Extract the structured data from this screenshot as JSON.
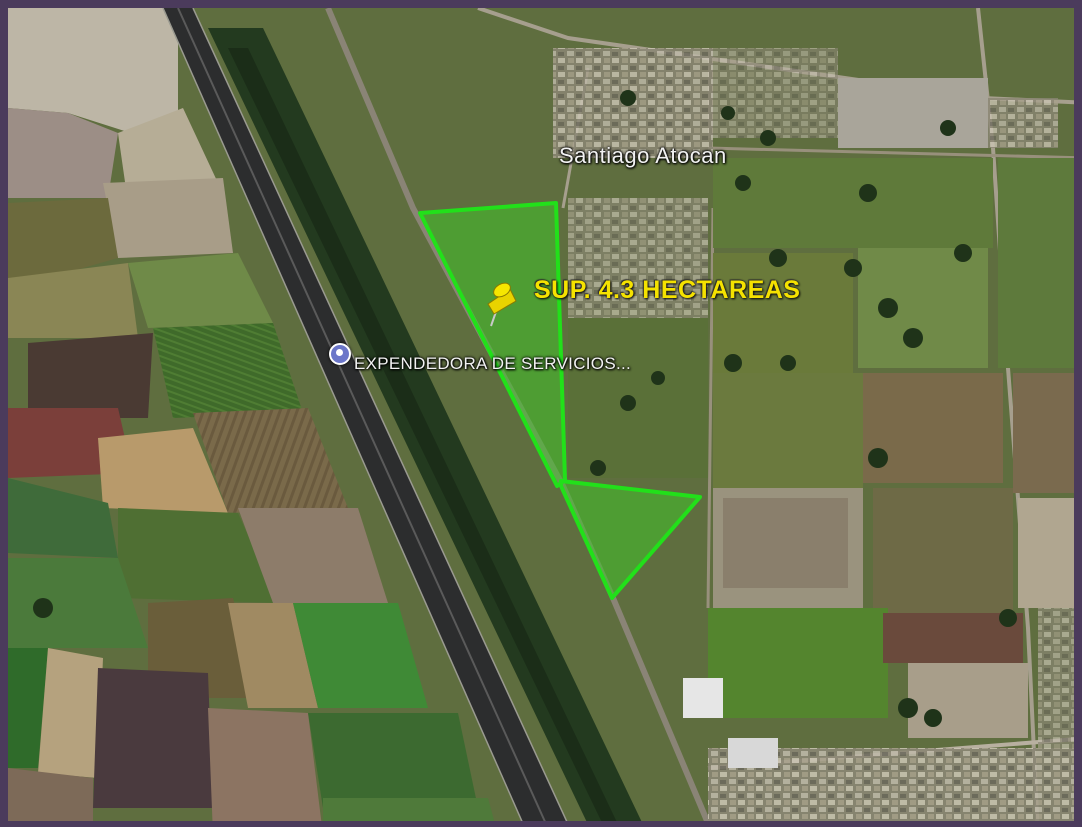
{
  "map": {
    "place_name": "Santiago Atocan",
    "parcel_label": "SUP. 4.3 HECTAREAS",
    "poi_label": "EXPENDEDORA DE SERVICIOS...",
    "parcel_area_hectares": 4.3
  },
  "icons": {
    "parcel_marker": "pushpin-icon",
    "poi_marker": "place-marker-icon"
  },
  "colors": {
    "parcel_outline": "#22e01a",
    "parcel_fill": "#3fc52a",
    "label_yellow": "#f5e200",
    "frame": "#4b3b5c"
  }
}
